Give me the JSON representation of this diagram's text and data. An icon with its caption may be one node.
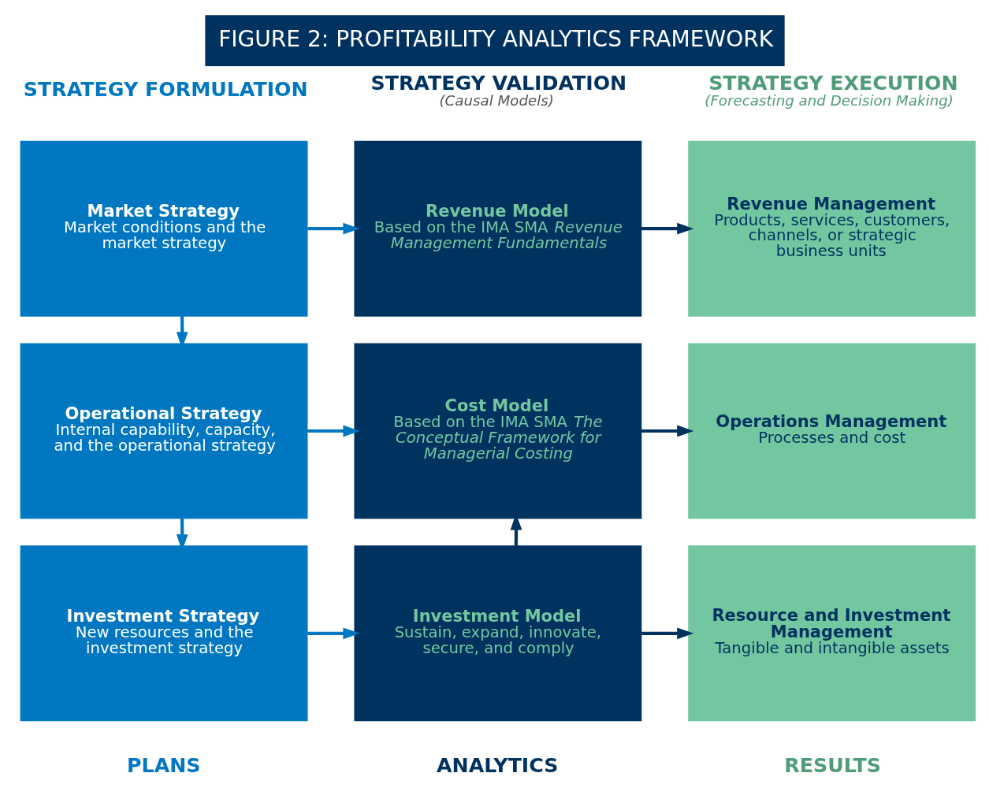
{
  "diagram": {
    "title": "FIGURE 2: PROFITABILITY ANALYTICS FRAMEWORK",
    "nodes": [
      {
        "text": [
          "Market Strategy",
          "Market conditions and the market strategy"
        ]
      },
      {
        "text": [
          "Revenue Model",
          "Based on the IMA SMA *Revenue Management Fundamentals*"
        ]
      },
      {
        "text": [
          "Revenue Management",
          "Products, services, customers, channels, or strategic business units"
        ]
      },
      {
        "text": [
          "Operational Strategy",
          "Internal capability, capacity, and the operational strategy"
        ]
      },
      {
        "text": [
          "Cost Model",
          "Based on the IMA SMA *The Conceptual Framework for Managerial Costing*"
        ]
      },
      {
        "text": [
          "Operations Management",
          "Processes and cost"
        ]
      },
      {
        "text": [
          "Investment Strategy",
          "New resources and the investment strategy"
        ]
      },
      {
        "text": [
          "Investment Model",
          "Sustain, expand, innovate, secure, and comply"
        ]
      },
      {
        "text": [
          "Resource and Investment Management",
          "Tangible and intangible assets"
        ]
      }
    ],
    "edges": [
      {
        "from": 0,
        "to": 1,
        "arrow": "to"
      },
      {
        "from": 1,
        "to": 2,
        "arrow": "to",
        "color": "#00325f"
      },
      {
        "from": 0,
        "to": 3,
        "arrow": "to"
      },
      {
        "from": 3,
        "to": 4,
        "arrow": "to"
      },
      {
        "from": 4,
        "to": 5,
        "arrow": "to",
        "color": "#00325f"
      },
      {
        "from": 3,
        "to": 6,
        "arrow": "to"
      },
      {
        "from": 7,
        "to": 4,
        "arrow": "to",
        "color": "#00325f"
      },
      {
        "from": 6,
        "to": 7,
        "arrow": "to"
      },
      {
        "from": 7,
        "to": 8,
        "arrow": "to",
        "color": "#00325f"
      }
    ],
    "labels": [
      "STRATEGY FORMULATION",
      "STRATEGY VALIDATION",
      "(Causal Models)",
      "STRATEGY EXECUTION",
      "(Forecasting and Decision Making)",
      "PLANS",
      "ANALYTICS",
      "RESULTS"
    ]
  }
}
